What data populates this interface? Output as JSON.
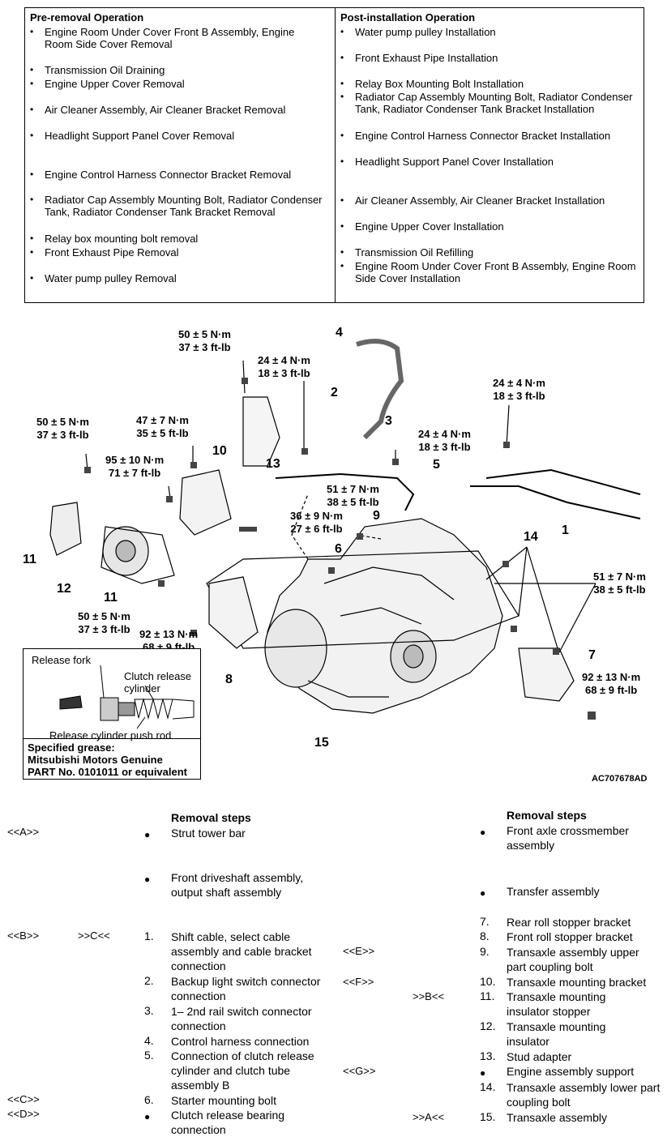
{
  "pre_removal": {
    "heading": "Pre-removal Operation",
    "items": [
      "Engine Room Under Cover Front B Assembly, Engine Room Side Cover Removal",
      "Transmission Oil Draining",
      "Engine Upper Cover Removal",
      "Air Cleaner Assembly, Air Cleaner Bracket Removal",
      "Headlight Support Panel Cover Removal",
      "Engine Control Harness Connector Bracket Removal",
      "Radiator Cap Assembly Mounting Bolt, Radiator Condenser Tank, Radiator Condenser Tank Bracket Removal",
      "Relay box mounting bolt removal",
      "Front Exhaust Pipe Removal",
      "Water pump pulley Removal"
    ]
  },
  "post_installation": {
    "heading": "Post-installation Operation",
    "items": [
      "Water pump pulley Installation",
      "Front Exhaust Pipe Installation",
      "Relay Box Mounting Bolt Installation",
      "Radiator Cap Assembly Mounting Bolt, Radiator Condenser Tank, Radiator Condenser Tank Bracket Installation",
      "Engine Control Harness Connector Bracket Installation",
      "Headlight Support Panel Cover Installation",
      "Air Cleaner Assembly, Air Cleaner Bracket Installation",
      "Engine Upper Cover Installation",
      "Transmission Oil Refilling",
      "Engine Room Under Cover Front B Assembly, Engine Room Side Cover Installation"
    ]
  },
  "diagram": {
    "torques": [
      {
        "nm": "50 ± 5 N·m",
        "ft": "37 ± 3 ft-lb"
      },
      {
        "nm": "24 ± 4 N·m",
        "ft": "18 ± 3 ft-lb"
      },
      {
        "nm": "24 ± 4 N·m",
        "ft": "18 ± 3 ft-lb"
      },
      {
        "nm": "50 ± 5 N·m",
        "ft": "37 ± 3 ft-lb"
      },
      {
        "nm": "47 ± 7 N·m",
        "ft": "35 ± 5 ft-lb"
      },
      {
        "nm": "24 ± 4 N·m",
        "ft": "18 ± 3 ft-lb"
      },
      {
        "nm": "95 ± 10 N·m",
        "ft": "71 ± 7 ft-lb"
      },
      {
        "nm": "51 ± 7 N·m",
        "ft": "38 ± 5 ft-lb"
      },
      {
        "nm": "36 ± 9 N·m",
        "ft": "27 ± 6 ft-lb"
      },
      {
        "nm": "51 ± 7 N·m",
        "ft": "38 ± 5 ft-lb"
      },
      {
        "nm": "50 ± 5 N·m",
        "ft": "37 ± 3 ft-lb"
      },
      {
        "nm": "92 ± 13 N·m",
        "ft": "68 ± 9 ft-lb"
      },
      {
        "nm": "92 ± 13 N·m",
        "ft": "68 ± 9 ft-lb"
      }
    ],
    "callouts": [
      "1",
      "2",
      "3",
      "4",
      "5",
      "6",
      "7",
      "8",
      "9",
      "10",
      "11",
      "11",
      "12",
      "13",
      "14",
      "15"
    ],
    "figure_code": "AC707678AD",
    "inset": {
      "release_fork": "Release fork",
      "clutch_release": "Clutch release",
      "cylinder": "cylinder",
      "push_rod": "Release cylinder push rod",
      "grease_title": "Specified grease:",
      "grease_line2": "Mitsubishi Motors Genuine",
      "grease_line3": "PART No. 0101011 or equivalent"
    }
  },
  "steps": {
    "heading_left": "Removal steps",
    "heading_right": "Removal steps",
    "refs": {
      "A_in": "<<A>>",
      "B_in": "<<B>>",
      "C_out": ">>C<<",
      "C_in": "<<C>>",
      "D_in": "<<D>>",
      "E_in": "<<E>>",
      "F_in": "<<F>>",
      "B_out": ">>B<<",
      "G_in": "<<G>>",
      "A_out": ">>A<<"
    },
    "left": [
      {
        "num": "",
        "text": "Strut tower bar"
      },
      {
        "num": "",
        "text": "Front driveshaft assembly, output shaft assembly"
      },
      {
        "num": "1.",
        "text": "Shift cable, select cable assembly and cable bracket connection"
      },
      {
        "num": "2.",
        "text": "Backup light switch connector connection"
      },
      {
        "num": "3.",
        "text": "1– 2nd rail switch connector connection"
      },
      {
        "num": "4.",
        "text": "Control harness connection"
      },
      {
        "num": "5.",
        "text": "Connection of clutch release cylinder and clutch tube assembly B"
      },
      {
        "num": "6.",
        "text": "Starter mounting bolt"
      },
      {
        "num": "",
        "text": "Clutch release bearing connection"
      }
    ],
    "right": [
      {
        "num": "",
        "text": "Front axle crossmember assembly"
      },
      {
        "num": "",
        "text": "Transfer assembly"
      },
      {
        "num": "7.",
        "text": "Rear roll stopper bracket"
      },
      {
        "num": "8.",
        "text": "Front roll stopper bracket"
      },
      {
        "num": "9.",
        "text": "Transaxle assembly upper part coupling bolt"
      },
      {
        "num": "10.",
        "text": "Transaxle mounting bracket"
      },
      {
        "num": "11.",
        "text": "Transaxle mounting insulator stopper"
      },
      {
        "num": "12.",
        "text": "Transaxle mounting insulator"
      },
      {
        "num": "13.",
        "text": "Stud adapter"
      },
      {
        "num": "",
        "text": "Engine assembly support"
      },
      {
        "num": "14.",
        "text": "Transaxle assembly lower part coupling bolt"
      },
      {
        "num": "15.",
        "text": "Transaxle assembly"
      }
    ]
  }
}
